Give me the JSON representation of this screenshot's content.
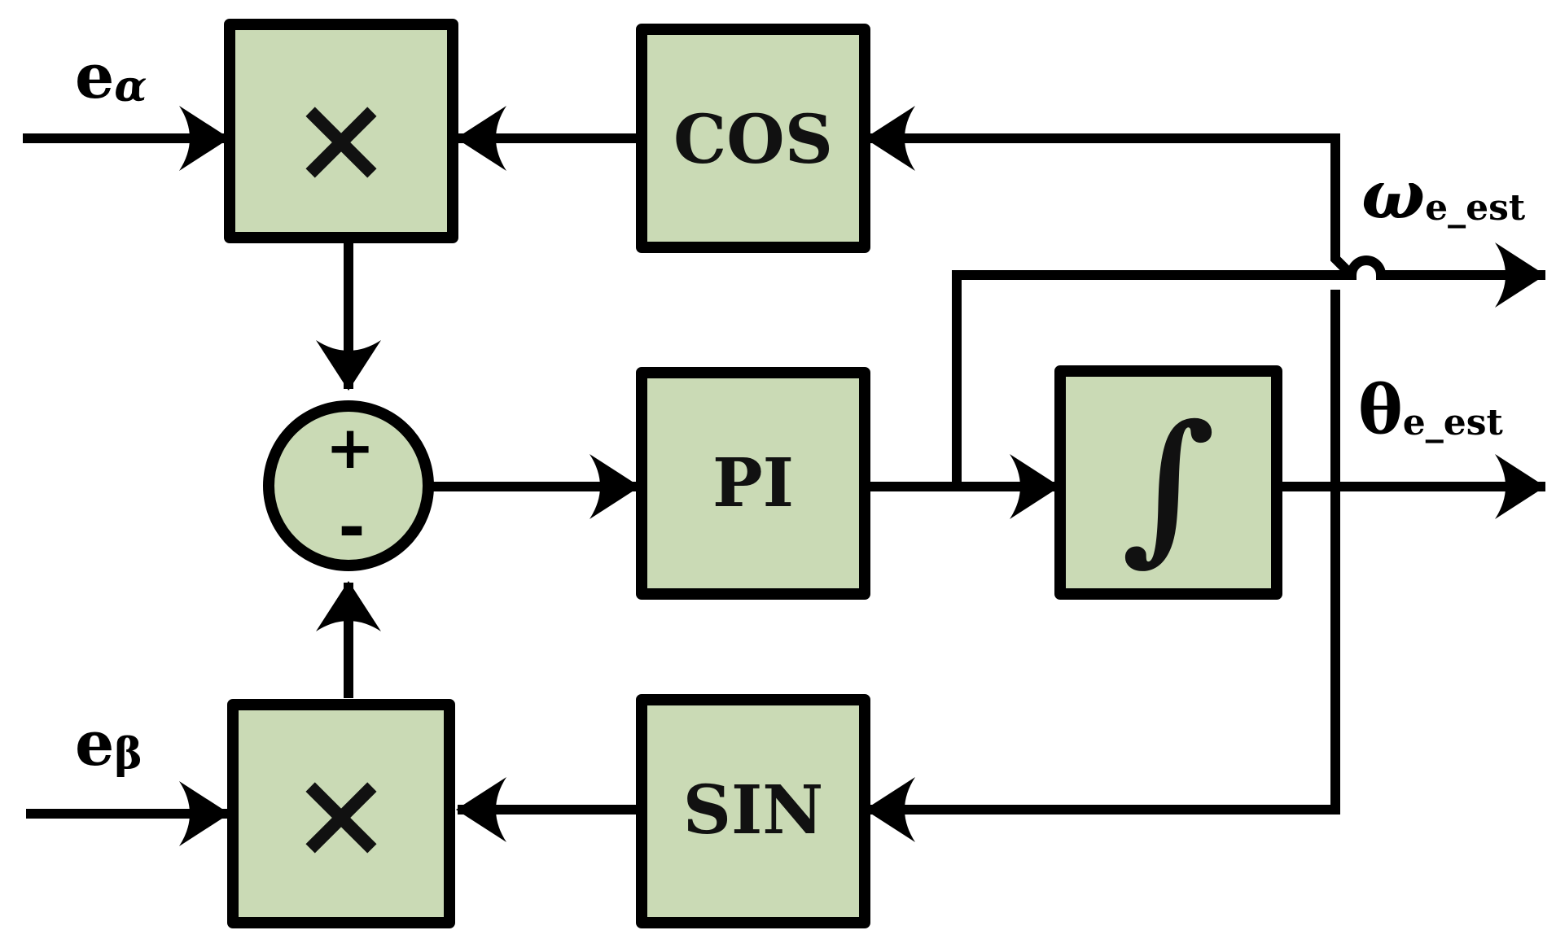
{
  "colors": {
    "block_fill": "#cadab5",
    "stroke": "#000000"
  },
  "blocks": {
    "multiplier_top": {
      "symbol": "×"
    },
    "cos": {
      "label": "COS"
    },
    "summer": {
      "plus": "+",
      "minus": "-"
    },
    "pi": {
      "label": "PI"
    },
    "integrator": {
      "symbol": "∫"
    },
    "sin": {
      "label": "SIN"
    },
    "multiplier_bottom": {
      "symbol": "×"
    }
  },
  "signals": {
    "e_alpha": {
      "main": "e",
      "sub": "α"
    },
    "e_beta": {
      "main": "e",
      "sub": "β"
    },
    "omega": {
      "main": "ω",
      "sub": "e_est"
    },
    "theta": {
      "main": "θ",
      "sub": "e_est"
    }
  }
}
